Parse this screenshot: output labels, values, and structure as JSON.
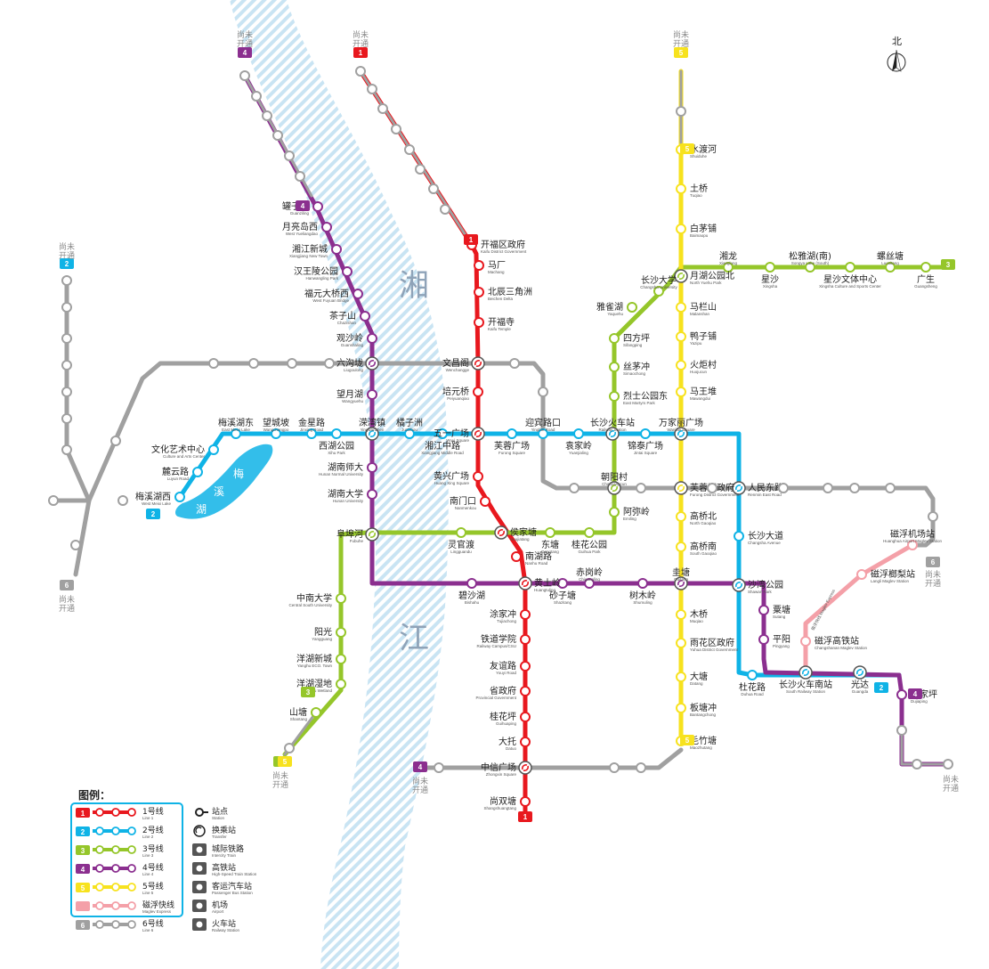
{
  "north_label": "北",
  "rivers": [
    {
      "label": "湘"
    },
    {
      "label": "江"
    }
  ],
  "lake": {
    "chars": [
      "梅",
      "溪",
      "湖"
    ]
  },
  "unopened": {
    "line1": "尚未",
    "line2": "开通"
  },
  "colors": {
    "line1": "#e8181e",
    "line2": "#0fb3e6",
    "line3": "#95c62a",
    "line4": "#8b2f8f",
    "line5": "#f7e21e",
    "line6": "#a0a0a0",
    "maglev": "#f4a0a8",
    "river": "#cfe6f3",
    "legend_border": "#0fb3e6"
  },
  "legend": {
    "title": "图例：",
    "lines": [
      {
        "num": "1",
        "zh": "1号线",
        "en": "Line 1"
      },
      {
        "num": "2",
        "zh": "2号线",
        "en": "Line 2"
      },
      {
        "num": "3",
        "zh": "3号线",
        "en": "Line 3"
      },
      {
        "num": "4",
        "zh": "4号线",
        "en": "Line 4"
      },
      {
        "num": "5",
        "zh": "5号线",
        "en": "Line 5"
      },
      {
        "num": "",
        "zh": "磁浮快线",
        "en": "Maglev Express"
      },
      {
        "num": "6",
        "zh": "6号线",
        "en": "Line 6"
      }
    ],
    "symbols": [
      {
        "icon": "station-icon",
        "zh": "站点",
        "en": "Station"
      },
      {
        "icon": "transfer-icon",
        "zh": "换乘站",
        "en": "Transfer"
      },
      {
        "icon": "intercity-icon",
        "zh": "城际铁路",
        "en": "Intercity Train"
      },
      {
        "icon": "highspeed-icon",
        "zh": "高铁站",
        "en": "High-Speed Train Station"
      },
      {
        "icon": "bus-icon",
        "zh": "客运汽车站",
        "en": "Passenger Bus Station"
      },
      {
        "icon": "airport-icon",
        "zh": "机场",
        "en": "Airport"
      },
      {
        "icon": "railway-icon",
        "zh": "火车站",
        "en": "Railway Station"
      }
    ]
  },
  "badges": [
    {
      "num": "4",
      "line": "line4"
    },
    {
      "num": "1",
      "line": "line1"
    },
    {
      "num": "5",
      "line": "line5"
    },
    {
      "num": "2",
      "line": "line2"
    },
    {
      "num": "6",
      "line": "line6"
    },
    {
      "num": "6",
      "line": "line6"
    },
    {
      "num": "3",
      "line": "line3"
    },
    {
      "num": "5",
      "line": "line5"
    },
    {
      "num": "4",
      "line": "line4"
    },
    {
      "num": "1",
      "line": "line1"
    },
    {
      "num": "2",
      "line": "line2"
    },
    {
      "num": "3",
      "line": "line3"
    },
    {
      "num": "5",
      "line": "line5"
    },
    {
      "num": "4",
      "line": "line4"
    },
    {
      "num": "4",
      "line": "line4"
    },
    {
      "num": "1",
      "line": "line1"
    },
    {
      "num": "3",
      "line": "line3"
    },
    {
      "num": "2",
      "line": "line2"
    },
    {
      "num": "5",
      "line": "line5"
    }
  ],
  "stations": [
    {
      "zh": "开福区政府",
      "en": "Kaifu District Government"
    },
    {
      "zh": "马厂",
      "en": "Machang"
    },
    {
      "zh": "北辰三角洲",
      "en": "Beichen Delta"
    },
    {
      "zh": "开福寺",
      "en": "Kaifu Temple"
    },
    {
      "zh": "文昌阁",
      "en": "Wenchangge"
    },
    {
      "zh": "培元桥",
      "en": "Peiyuanqiao"
    },
    {
      "zh": "五一广场",
      "en": "Wuyi Square"
    },
    {
      "zh": "黄兴广场",
      "en": "Huang Xing Square"
    },
    {
      "zh": "南门口",
      "en": "Nanmenkou"
    },
    {
      "zh": "侯家塘",
      "en": "Houjiatang"
    },
    {
      "zh": "南湖路",
      "en": "Nanhu Road"
    },
    {
      "zh": "黄土岭",
      "en": "Huangtuling"
    },
    {
      "zh": "涂家冲",
      "en": "Tujiachong"
    },
    {
      "zh": "铁道学院",
      "en": "Railway Campus/CSU"
    },
    {
      "zh": "友谊路",
      "en": "Youyi Road"
    },
    {
      "zh": "省政府",
      "en": "Provincial Government"
    },
    {
      "zh": "桂花坪",
      "en": "Guihuaping"
    },
    {
      "zh": "大托",
      "en": "Datuo"
    },
    {
      "zh": "中信广场",
      "en": "Zhongxin Square"
    },
    {
      "zh": "尚双塘",
      "en": "Shangshuangtang"
    },
    {
      "zh": "梅溪湖西",
      "en": "West Meixi Lake"
    },
    {
      "zh": "麓云路",
      "en": "Luyun Road"
    },
    {
      "zh": "文化艺术中心",
      "en": "Culture and Arts Center"
    },
    {
      "zh": "梅溪湖东",
      "en": "East Meixi Lake"
    },
    {
      "zh": "望城坡",
      "en": "Wangchengpo"
    },
    {
      "zh": "金星路",
      "en": "Jinxing Road"
    },
    {
      "zh": "西湖公园",
      "en": "Xihu Park"
    },
    {
      "zh": "溁湾镇",
      "en": "Yingwanzhen"
    },
    {
      "zh": "橘子洲",
      "en": "Juzizhou"
    },
    {
      "zh": "湘江中路",
      "en": "Xiangjiang Middle Road"
    },
    {
      "zh": "芙蓉广场",
      "en": "Furong Square"
    },
    {
      "zh": "迎宾路口",
      "en": "Yingbin Road"
    },
    {
      "zh": "袁家岭",
      "en": "Yuanjialing"
    },
    {
      "zh": "长沙火车站",
      "en": "Railway Station"
    },
    {
      "zh": "锦泰广场",
      "en": "Jintai Square"
    },
    {
      "zh": "万家丽广场",
      "en": "Wanjiali Square"
    },
    {
      "zh": "人民东路",
      "en": "Renmin East Road"
    },
    {
      "zh": "长沙大道",
      "en": "Changsha Avenue"
    },
    {
      "zh": "沙湾公园",
      "en": "Shawan Park"
    },
    {
      "zh": "杜花路",
      "en": "Duhua Road"
    },
    {
      "zh": "长沙火车南站",
      "en": "South Railway Station"
    },
    {
      "zh": "光达",
      "en": "Guangda"
    },
    {
      "zh": "山塘",
      "en": "Shantang"
    },
    {
      "zh": "洋湖湿地",
      "en": "Yanghu Wetland"
    },
    {
      "zh": "洋湖新城",
      "en": "Yanghu ECO. Town"
    },
    {
      "zh": "阳光",
      "en": "Yangguang"
    },
    {
      "zh": "中南大学",
      "en": "Central South University"
    },
    {
      "zh": "阜埠河",
      "en": "Fubuhe"
    },
    {
      "zh": "灵官渡",
      "en": "Lingguandu"
    },
    {
      "zh": "东塘",
      "en": "Dongtang"
    },
    {
      "zh": "桂花公园",
      "en": "Guihua Park"
    },
    {
      "zh": "阿弥岭",
      "en": "Emiling"
    },
    {
      "zh": "朝阳村",
      "en": "Chaoyangcun"
    },
    {
      "zh": "烈士公园东",
      "en": "East Martyrs Park"
    },
    {
      "zh": "丝茅冲",
      "en": "Simaochong"
    },
    {
      "zh": "四方坪",
      "en": "Sifangping"
    },
    {
      "zh": "雅雀湖",
      "en": "Yaquehu"
    },
    {
      "zh": "长沙大学",
      "en": "Changsha University"
    },
    {
      "zh": "月湖公园北",
      "en": "North Yuehu Park"
    },
    {
      "zh": "湘龙",
      "en": "Xianglong"
    },
    {
      "zh": "星沙",
      "en": "Xingsha"
    },
    {
      "zh": "松雅湖(南)",
      "en": "Songya Lake (South)"
    },
    {
      "zh": "星沙文体中心",
      "en": "Xingsha Culture and Sports Center"
    },
    {
      "zh": "螺丝塘",
      "en": "Luositang"
    },
    {
      "zh": "广生",
      "en": "Guangsheng"
    },
    {
      "zh": "罐子岭",
      "en": "Guanziling"
    },
    {
      "zh": "月亮岛西",
      "en": "West Yueliangdao"
    },
    {
      "zh": "湘江新城",
      "en": "Xiangjiang New Town"
    },
    {
      "zh": "汉王陵公园",
      "en": "Hanwangling Park"
    },
    {
      "zh": "福元大桥西",
      "en": "West Fuyuan Bridge"
    },
    {
      "zh": "茶子山",
      "en": "Chazishan"
    },
    {
      "zh": "观沙岭",
      "en": "Guanshaling"
    },
    {
      "zh": "六沟垅",
      "en": "Liugoulong"
    },
    {
      "zh": "望月湖",
      "en": "Wangyuehu"
    },
    {
      "zh": "湖南师大",
      "en": "Hunan Normal University"
    },
    {
      "zh": "湖南大学",
      "en": "Hunan University"
    },
    {
      "zh": "碧沙湖",
      "en": "Bishahu"
    },
    {
      "zh": "砂子塘",
      "en": "Shazitang"
    },
    {
      "zh": "赤岗岭",
      "en": "Chigangling"
    },
    {
      "zh": "树木岭",
      "en": "Shumuling"
    },
    {
      "zh": "圭塘",
      "en": "Guitang"
    },
    {
      "zh": "粟塘",
      "en": "Sutang"
    },
    {
      "zh": "平阳",
      "en": "Pingyang"
    },
    {
      "zh": "杜家坪",
      "en": "Dujiaping"
    },
    {
      "zh": "水渡河",
      "en": "Shuiduhe"
    },
    {
      "zh": "土桥",
      "en": "Tuqiao"
    },
    {
      "zh": "白茅铺",
      "en": "Baimaopu"
    },
    {
      "zh": "马栏山",
      "en": "Malanshan"
    },
    {
      "zh": "鸭子铺",
      "en": "Yazipu"
    },
    {
      "zh": "火炬村",
      "en": "Huojucun"
    },
    {
      "zh": "马王堆",
      "en": "Mawangdui"
    },
    {
      "zh": "芙蓉区政府",
      "en": "Furong District Government"
    },
    {
      "zh": "高桥北",
      "en": "North Gaoqiao"
    },
    {
      "zh": "高桥南",
      "en": "South Gaoqiao"
    },
    {
      "zh": "木桥",
      "en": "Muqiao"
    },
    {
      "zh": "雨花区政府",
      "en": "Yuhua District Government"
    },
    {
      "zh": "大塘",
      "en": "Datang"
    },
    {
      "zh": "板塘冲",
      "en": "Bantangchong"
    },
    {
      "zh": "毛竹塘",
      "en": "Maozhutang"
    },
    {
      "zh": "磁浮机场站",
      "en": "Huanghua Airport Maglev Station"
    },
    {
      "zh": "磁浮榔梨站",
      "en": "Langli Maglev Station"
    },
    {
      "zh": "磁浮高铁站",
      "en": "Changshanan Maglev Station"
    }
  ],
  "maglev_label": "磁浮快线 Maglev Express"
}
